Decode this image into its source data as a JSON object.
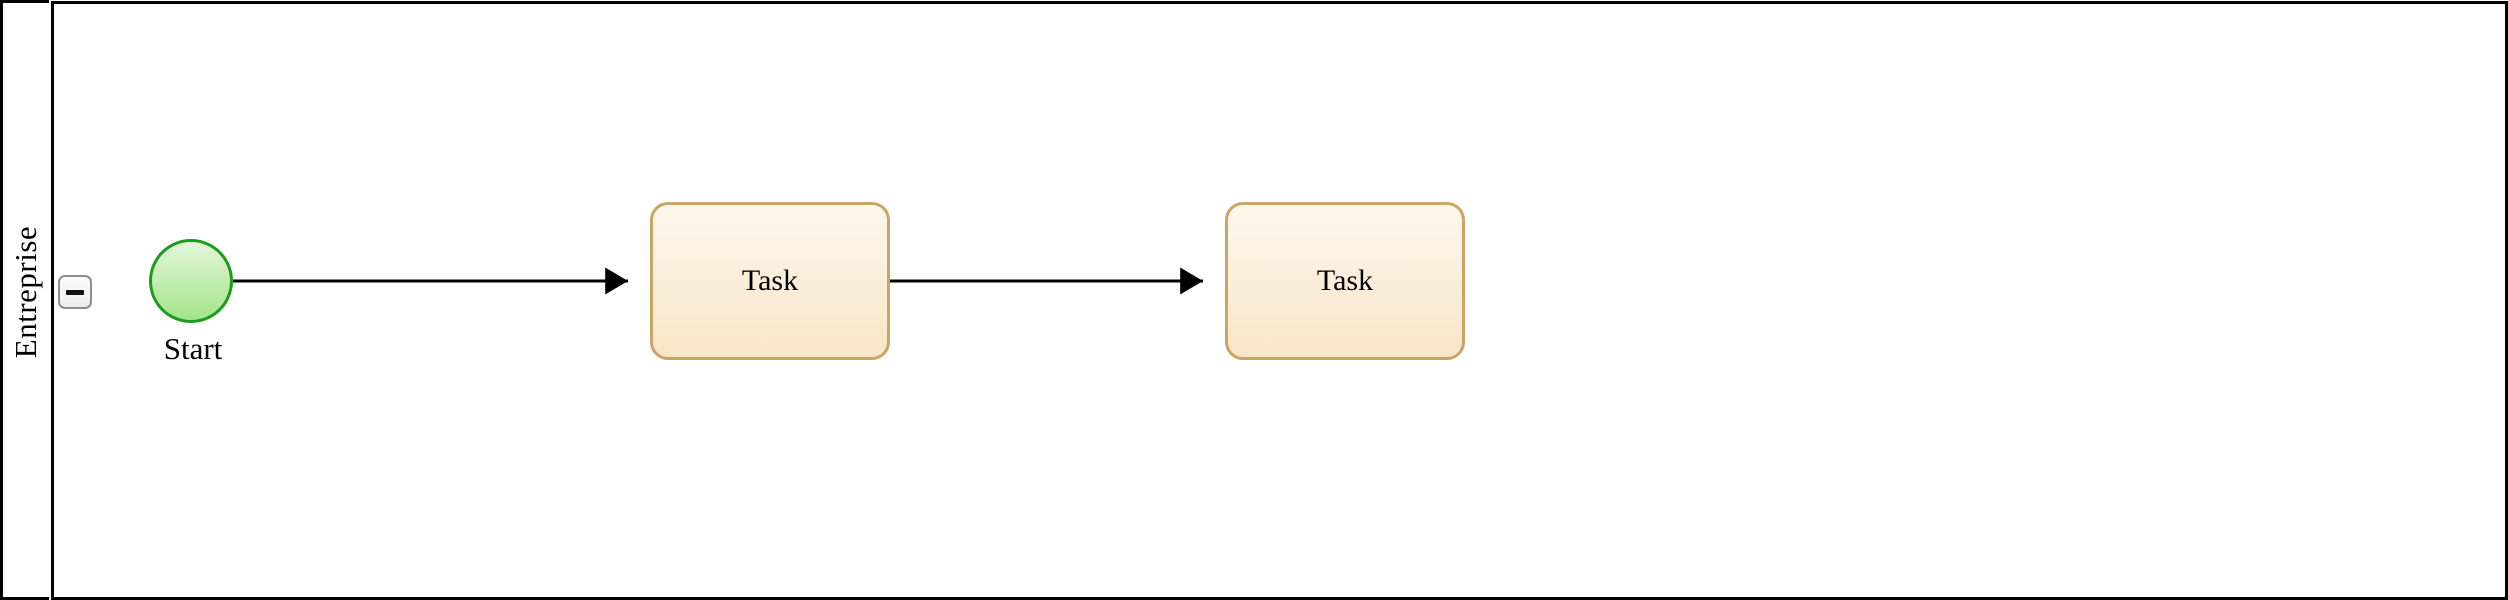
{
  "diagram": {
    "kind": "bpmn-process",
    "pool": {
      "name": "Entreprise",
      "collapse_button": {
        "icon": "minus-icon",
        "state": "expanded"
      }
    },
    "nodes": [
      {
        "id": "start-event",
        "type": "start-event",
        "label": "Start"
      },
      {
        "id": "task-1",
        "type": "task",
        "label": "Task"
      },
      {
        "id": "task-2",
        "type": "task",
        "label": "Task"
      }
    ],
    "flows": [
      {
        "from": "start-event",
        "to": "task-1",
        "type": "sequence-flow"
      },
      {
        "from": "task-1",
        "to": "task-2",
        "type": "sequence-flow"
      }
    ]
  },
  "colors": {
    "frame": "#000000",
    "edge": "#000000",
    "text": "#000000",
    "start_stroke": "#1E9B1E",
    "start_fill_top": "#E3F7DB",
    "start_fill_bottom": "#A4E48A",
    "task_stroke": "#CBA567",
    "task_fill_top": "#FDF7EC",
    "task_fill_bottom": "#F8E6C8",
    "button_border": "#8E8E8E",
    "button_fill": "#EDEDED"
  }
}
